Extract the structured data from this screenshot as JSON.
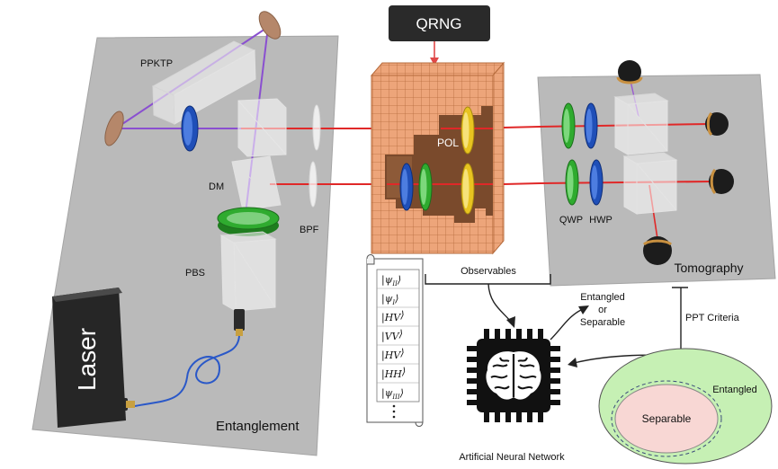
{
  "header": {
    "qrng_label": "QRNG"
  },
  "entanglement": {
    "title": "Entanglement",
    "ppktp_label": "PPKTP",
    "dm_label": "DM",
    "bpf_label": "BPF",
    "pbs_label": "PBS",
    "laser_label": "Laser"
  },
  "encoding": {
    "pol_label": "POL"
  },
  "tomography": {
    "title": "Tomography",
    "qwp_label": "QWP",
    "hwp_label": "HWP"
  },
  "observables": {
    "label": "Observables",
    "kets": [
      {
        "open": "|ψ",
        "sub": "II",
        "close": "⟩"
      },
      {
        "open": "|ψ",
        "sub": "I",
        "close": "⟩"
      },
      {
        "open": "|HV",
        "sub": "",
        "close": "⟩"
      },
      {
        "open": "|VV",
        "sub": "",
        "close": "⟩"
      },
      {
        "open": "|HV",
        "sub": "",
        "close": "⟩"
      },
      {
        "open": "|HH",
        "sub": "",
        "close": "⟩"
      },
      {
        "open": "|ψ",
        "sub": "III",
        "close": "⟩"
      }
    ]
  },
  "network": {
    "label": "Artificial Neural Network",
    "output": [
      "Entangled",
      "or",
      "Separable"
    ]
  },
  "ppt": {
    "label": "PPT Criteria",
    "outer_region": "Entangled",
    "inner_region": "Separable"
  },
  "colors": {
    "beam": "#e02828",
    "pump": "#8a4fd0",
    "platform": "#bababa",
    "cube": "#eda57a",
    "entangled_region": "#c6f0b4",
    "separable_region": "#f8d7d4"
  }
}
